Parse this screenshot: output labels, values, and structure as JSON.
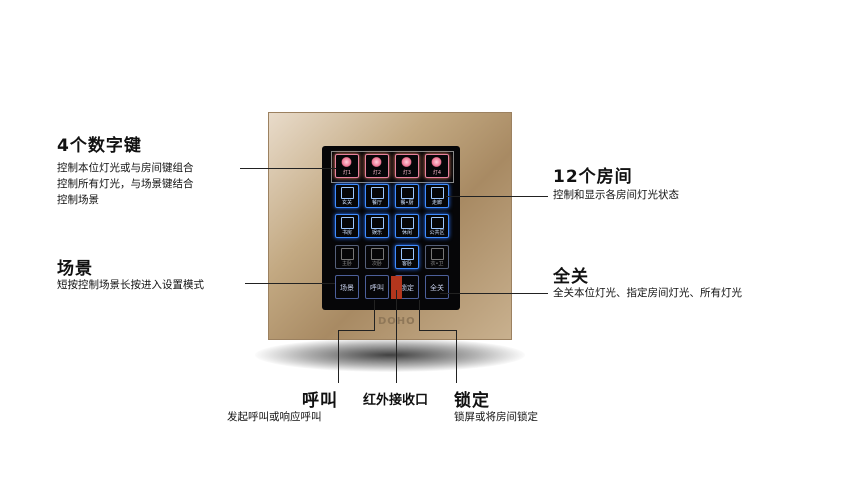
{
  "panel": {
    "brand": "DOHO",
    "lamps": [
      "灯1",
      "灯2",
      "灯3",
      "灯4"
    ],
    "rooms": [
      "玄关",
      "餐厅",
      "餐•厨",
      "走廊",
      "书房",
      "娱乐",
      "休闲",
      "公共区"
    ],
    "bedrooms": [
      "主卧",
      "次卧",
      "客卧",
      "衣•卫"
    ],
    "buttons": [
      "场景",
      "呼叫",
      "锁定",
      "全关"
    ]
  },
  "callouts": {
    "keys": {
      "title": "4个数字键",
      "desc": [
        "控制本位灯光或与房间键组合",
        "控制所有灯光，与场景键结合",
        "控制场景"
      ]
    },
    "scene": {
      "title": "场景",
      "desc": "短按控制场景长按进入设置模式"
    },
    "rooms": {
      "title": "12个房间",
      "desc": "控制和显示各房间灯光状态"
    },
    "alloff": {
      "title": "全关",
      "desc": "全关本位灯光、指定房间灯光、所有灯光"
    },
    "call": {
      "title": "呼叫",
      "desc": "发起呼叫或响应呼叫"
    },
    "ir": {
      "title": "红外接收口"
    },
    "lock": {
      "title": "锁定",
      "desc": "锁屏或将房间锁定"
    }
  }
}
